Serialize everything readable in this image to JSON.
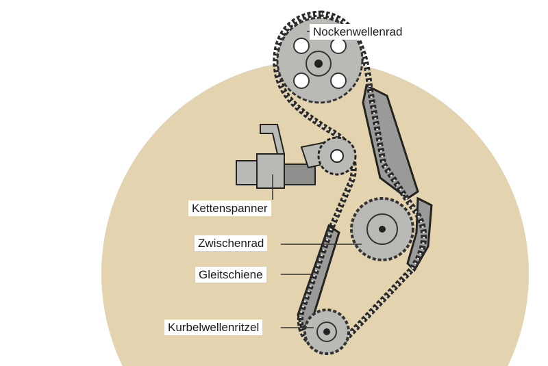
{
  "colors": {
    "background_circle": "#e3d3af",
    "metal": "#b9b9b6",
    "chain": "#2a2a2a"
  },
  "labels": {
    "camshaft_sprocket": "Nockenwellenrad",
    "chain_tensioner": "Kettenspanner",
    "intermediate_gear": "Zwischenrad",
    "guide_rail": "Gleitschiene",
    "crankshaft_sprocket": "Kurbelwellenritzel"
  }
}
